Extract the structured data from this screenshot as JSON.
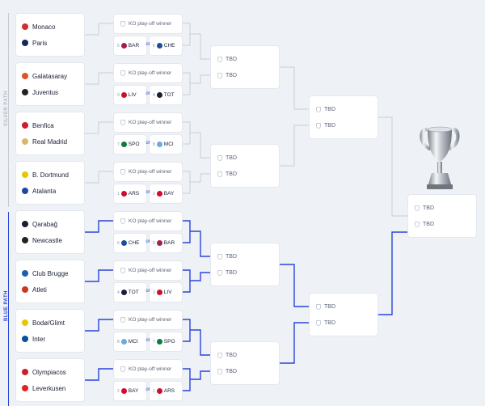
{
  "colors": {
    "silver": "#c5cad3",
    "blue": "#2a45d6",
    "line_silver": "#c9cfd8"
  },
  "paths": {
    "silver": "SILVER PATH",
    "blue": "BLUE PATH"
  },
  "ko_label": "KO play-off winner",
  "or_label": "or",
  "tbd": "TBD",
  "ties": [
    {
      "teams": [
        {
          "name": "Monaco",
          "color": "#d62b2b"
        },
        {
          "name": "Paris",
          "color": "#12285a"
        }
      ],
      "options": [
        {
          "seed": "5",
          "code": "BAR",
          "color": "#a2214b"
        },
        {
          "seed": "6",
          "code": "CHE",
          "color": "#1d4e9c"
        }
      ]
    },
    {
      "teams": [
        {
          "name": "Galatasaray",
          "color": "#e0532a"
        },
        {
          "name": "Juventus",
          "color": "#222222"
        }
      ],
      "options": [
        {
          "seed": "3",
          "code": "LIV",
          "color": "#c8102e"
        },
        {
          "seed": "4",
          "code": "TOT",
          "color": "#1a1f36"
        }
      ]
    },
    {
      "teams": [
        {
          "name": "Benfica",
          "color": "#d21a2b"
        },
        {
          "name": "Real Madrid",
          "color": "#d9b76a"
        }
      ],
      "options": [
        {
          "seed": "7",
          "code": "SPO",
          "color": "#0f7a3c"
        },
        {
          "seed": "8",
          "code": "MCI",
          "color": "#6cabdd"
        }
      ]
    },
    {
      "teams": [
        {
          "name": "B. Dortmund",
          "color": "#e6c700"
        },
        {
          "name": "Atalanta",
          "color": "#1a4a9c"
        }
      ],
      "options": [
        {
          "seed": "1",
          "code": "ARS",
          "color": "#c8102e"
        },
        {
          "seed": "2",
          "code": "BAY",
          "color": "#dc052d"
        }
      ]
    },
    {
      "teams": [
        {
          "name": "Qarabağ",
          "color": "#1a1f36"
        },
        {
          "name": "Newcastle",
          "color": "#222222"
        }
      ],
      "options": [
        {
          "seed": "6",
          "code": "CHE",
          "color": "#1d4e9c"
        },
        {
          "seed": "5",
          "code": "BAR",
          "color": "#a2214b"
        }
      ]
    },
    {
      "teams": [
        {
          "name": "Club Brugge",
          "color": "#1a5fb4"
        },
        {
          "name": "Atleti",
          "color": "#cb3524"
        }
      ],
      "options": [
        {
          "seed": "4",
          "code": "TOT",
          "color": "#1a1f36"
        },
        {
          "seed": "3",
          "code": "LIV",
          "color": "#c8102e"
        }
      ]
    },
    {
      "teams": [
        {
          "name": "Bodø/Glimt",
          "color": "#e6c700"
        },
        {
          "name": "Inter",
          "color": "#0b4fa0"
        }
      ],
      "options": [
        {
          "seed": "8",
          "code": "MCI",
          "color": "#6cabdd"
        },
        {
          "seed": "7",
          "code": "SPO",
          "color": "#0f7a3c"
        }
      ]
    },
    {
      "teams": [
        {
          "name": "Olympiacos",
          "color": "#d21a2b"
        },
        {
          "name": "Leverkusen",
          "color": "#e32221"
        }
      ],
      "options": [
        {
          "seed": "2",
          "code": "BAY",
          "color": "#dc052d"
        },
        {
          "seed": "1",
          "code": "ARS",
          "color": "#c8102e"
        }
      ]
    }
  ]
}
